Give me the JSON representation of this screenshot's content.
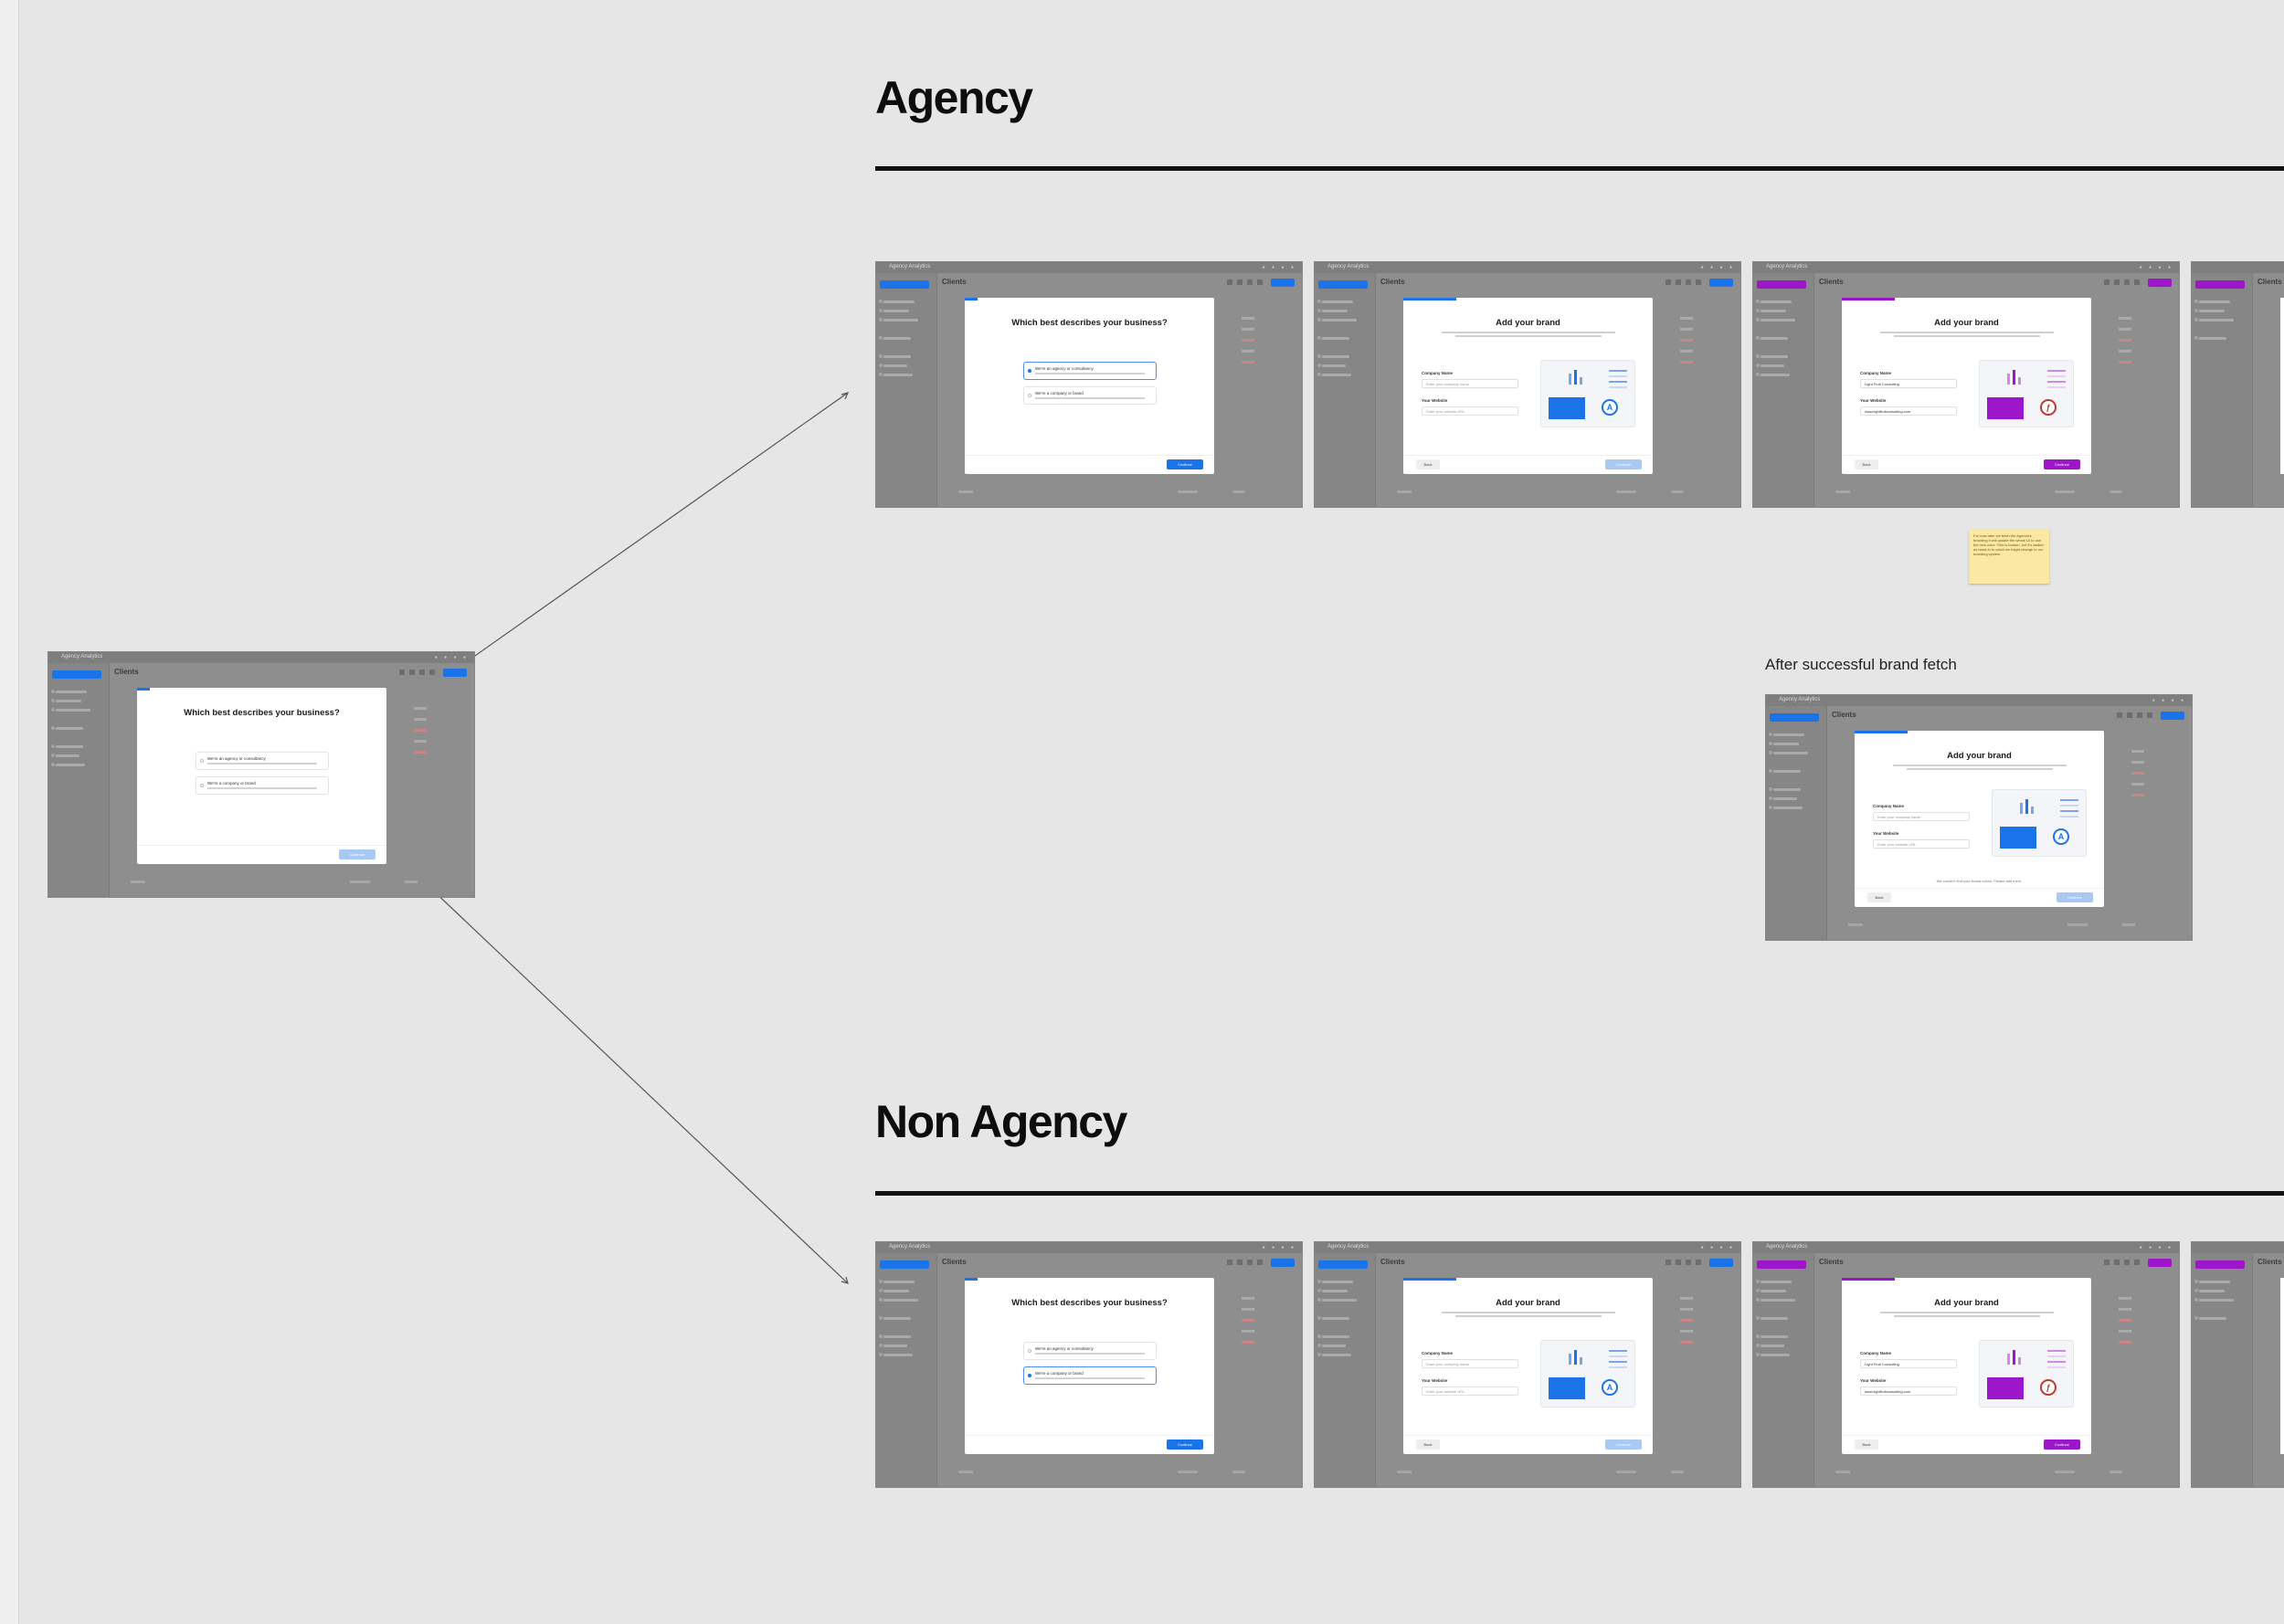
{
  "canvas": {
    "agency_title": "Agency",
    "non_agency_title": "Non Agency",
    "after_fetch_caption": "After successful brand fetch",
    "sticky_note": "For now after we fetch the Agencies branding it will update the whole UI to use the new color. This is broken, but it's added as hand-in to catch we might change to our branding system."
  },
  "app": {
    "window_title": "Agency Analytics",
    "page_title": "Clients",
    "accent_blue": "#1a73e8",
    "accent_purple": "#9b17c9",
    "disabled_blue": "#a9c9f5"
  },
  "q_modal": {
    "title": "Which best describes your business?",
    "option_agency": "We're an agency or consultancy",
    "option_business": "We're a company or brand",
    "continue_label": "Continue"
  },
  "brand_modal": {
    "title": "Add your brand",
    "company_label": "Company Name",
    "website_label": "Your Website",
    "company_placeholder": "Enter your company name",
    "website_placeholder": "Enter your website URL",
    "company_value": "Light Fruit Consulting",
    "website_value": "www.lightfruitconsulting.com",
    "back_label": "Back",
    "continue_label": "Continue",
    "fetched_hint": "We couldn't find your brand colors. Please add them."
  }
}
